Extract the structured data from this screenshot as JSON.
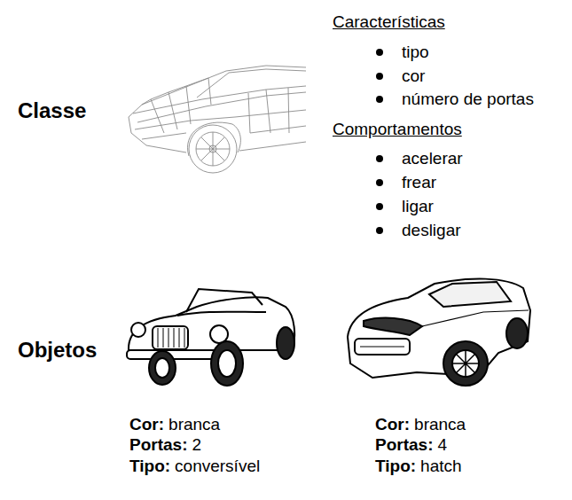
{
  "diagram": {
    "labels": [
      "Classe",
      "Características",
      "tipo",
      "cor",
      "número de portas",
      "Comportamentos",
      "acelerar",
      "frear",
      "ligar",
      "desligar",
      "Objetos",
      "Cor:",
      "branca",
      "Portas:",
      "2",
      "Tipo:",
      "conversível",
      "Cor:",
      "branca",
      "Portas:",
      "4",
      "Tipo:",
      "hatch"
    ]
  }
}
